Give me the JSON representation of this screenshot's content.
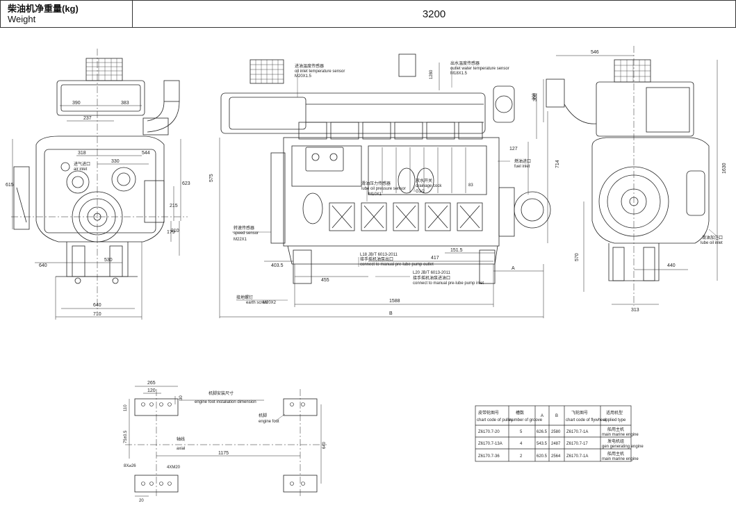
{
  "header": {
    "label_cn": "柴油机净重量(kg)",
    "label_en": "Weight",
    "value": "3200"
  },
  "front_view": {
    "dims": [
      "390",
      "383",
      "237",
      "318",
      "544",
      "330",
      "615",
      "623",
      "215",
      "179",
      "210",
      "640",
      "530",
      "640",
      "710"
    ],
    "callout_cn": "进气进口",
    "callout_en": "air inlet"
  },
  "side_view": {
    "callouts": [
      {
        "cn": "进油温度传感器",
        "en": "oil inlet temperature sensor",
        "spec": "M20X1.5"
      },
      {
        "cn": "出水温度传感器",
        "en": "outlet water temperature sensor",
        "spec": "M18X1.5"
      },
      {
        "cn": "燃油进口",
        "en": "fuel inlet",
        "spec": ""
      },
      {
        "cn": "转速传感器",
        "en": "speed sensor",
        "spec": "M22X1"
      },
      {
        "cn": "滑油压力传感器",
        "en": "lube oil pressure sensor",
        "spec": "M10X1"
      },
      {
        "cn": "放水开关",
        "en": "drainage cock",
        "spec": "G1/2"
      },
      {
        "cn": "接手摇机油泵出口",
        "en": "connect to manual pre-lube pump outlet",
        "spec": "L18 JB/T 6013-2011"
      },
      {
        "cn": "接手摇机油泵进油口",
        "en": "connect to manual pre-lube pump inlet",
        "spec": "L20 JB/T 6013-2011"
      },
      {
        "cn": "接地螺钉",
        "en": "earth screw",
        "spec": "M20X2"
      }
    ],
    "dims": [
      "1280",
      "300",
      "575",
      "714",
      "127",
      "83",
      "151.5",
      "417",
      "403.5",
      "455",
      "1588",
      "A",
      "B"
    ]
  },
  "rear_view": {
    "dims": [
      "546",
      "300",
      "1630",
      "570",
      "440",
      "313"
    ],
    "callout_cn": "滑油加注口",
    "callout_en": "lube oil inlet"
  },
  "foot_plan": {
    "title_cn": "机脚安装尺寸",
    "title_en": "engine foot installation dimension",
    "foot_cn": "机脚",
    "foot_en": "engine foot",
    "axis_cn": "轴线",
    "axis_en": "axial",
    "dims": [
      "265",
      "120",
      "30",
      "110",
      "75±0.5",
      "8X⌀26",
      "4XM20",
      "1175",
      "640",
      "20"
    ]
  },
  "pulley_table": {
    "headers": [
      {
        "cn": "皮带轮图号",
        "en": "chart code of pulley"
      },
      {
        "cn": "槽数",
        "en": "number of groove"
      },
      {
        "cn": "A",
        "en": ""
      },
      {
        "cn": "B",
        "en": ""
      },
      {
        "cn": "飞轮图号",
        "en": "chart code of flywheel"
      },
      {
        "cn": "适用机型",
        "en": "applied type"
      }
    ],
    "rows": [
      {
        "pulley": "Z6170.7-20",
        "groove": "5",
        "a": "626.5",
        "b": "2580",
        "flywheel": "Z6170.7-1A",
        "type_cn": "船用主机",
        "type_en": "main marine engine"
      },
      {
        "pulley": "Z6170.7-13A",
        "groove": "4",
        "a": "543.5",
        "b": "2487",
        "flywheel": "Z6170.7-17",
        "type_cn": "发电机组",
        "type_en": "gen generating engine"
      },
      {
        "pulley": "Z6170.7-36",
        "groove": "2",
        "a": "620.5",
        "b": "2564",
        "flywheel": "Z6170.7-1A",
        "type_cn": "船用主机",
        "type_en": "main marine engine"
      }
    ]
  }
}
